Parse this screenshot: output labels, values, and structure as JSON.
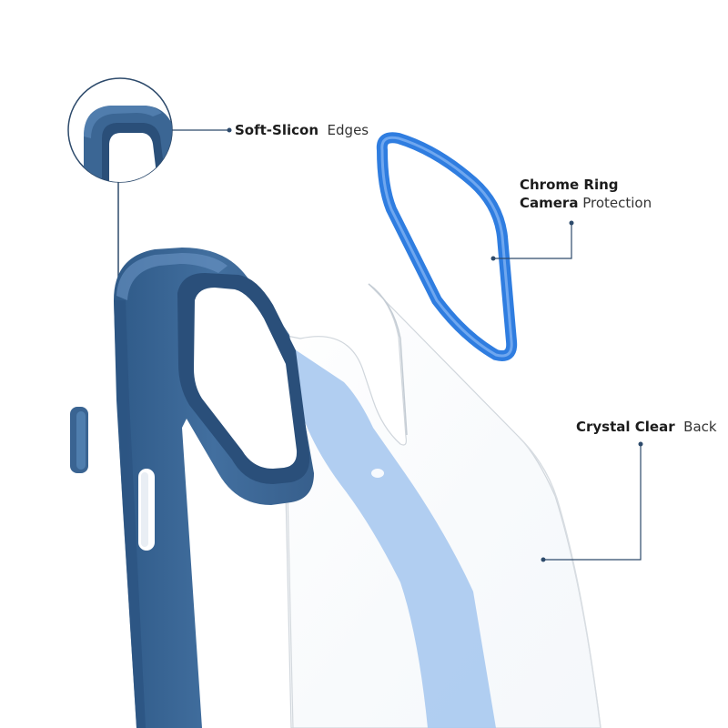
{
  "callouts": {
    "edges": {
      "bold": "Soft-Slicon",
      "regular": "Edges"
    },
    "ring": {
      "line1_bold": "Chrome Ring",
      "line2_bold": "Camera",
      "line2_regular": "Protection"
    },
    "clear": {
      "bold": "Crystal Clear",
      "regular": "Back"
    }
  },
  "colors": {
    "frame": "#3d6896",
    "frame_dark": "#2c5683",
    "frame_light": "#5a87b8",
    "ring": "#2f7de0",
    "clear_band": "#a9c9f0",
    "leader_line": "#2d4a6b"
  }
}
